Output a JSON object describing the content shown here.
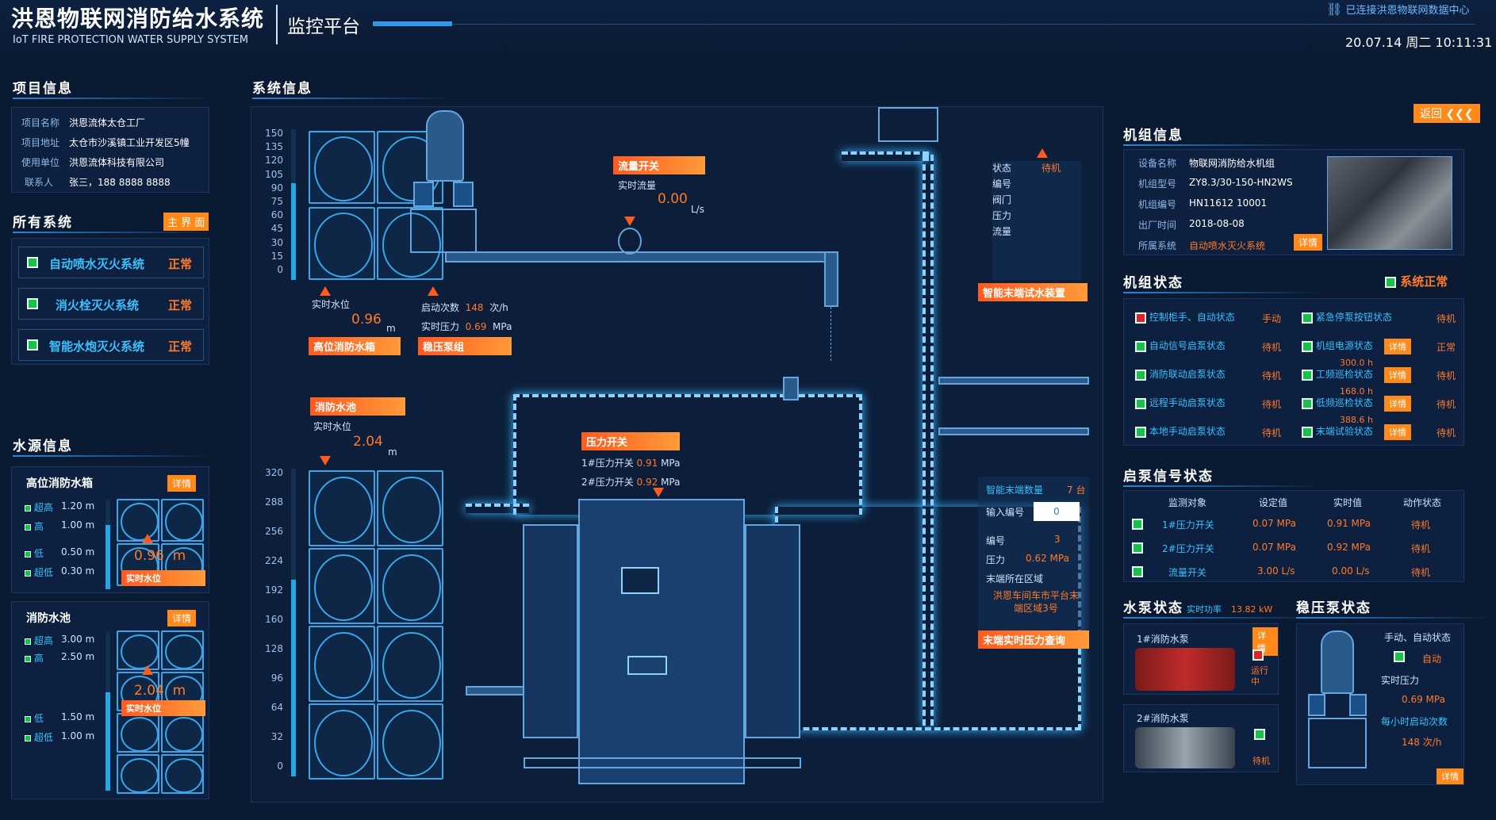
{
  "header": {
    "title": "洪恩物联网消防给水系统",
    "subtitle": "IoT FIRE PROTECTION WATER SUPPLY SYSTEM",
    "platform": "监控平台",
    "connection": "已连接洪恩物联网数据中心",
    "datetime": "20.07.14 周二 10:11:31"
  },
  "project": {
    "heading": "项目信息",
    "rows": [
      {
        "k": "项目名称",
        "v": "洪恩流体太仓工厂"
      },
      {
        "k": "项目地址",
        "v": "太仓市沙溪镇工业开发区5幢"
      },
      {
        "k": "使用单位",
        "v": "洪恩流体科技有限公司"
      },
      {
        "k": "联系人",
        "v": "张三，188 8888 8888"
      }
    ]
  },
  "systems": {
    "heading": "所有系统",
    "home": "主 界 面",
    "items": [
      {
        "name": "自动喷水灭火系统",
        "status": "正常"
      },
      {
        "name": "消火栓灭火系统",
        "status": "正常"
      },
      {
        "name": "智能水炮灭火系统",
        "status": "正常"
      }
    ]
  },
  "water": {
    "heading": "水源信息",
    "tank1": {
      "title": "高位消防水箱",
      "detail": "详情",
      "levels": [
        {
          "k": "超高",
          "v": "1.20 m"
        },
        {
          "k": "高",
          "v": "1.00 m"
        },
        {
          "k": "低",
          "v": "0.50 m"
        },
        {
          "k": "超低",
          "v": "0.30 m"
        }
      ],
      "value": "0.96",
      "unit": "m",
      "label": "实时水位",
      "fill": 0.72
    },
    "tank2": {
      "title": "消防水池",
      "detail": "详情",
      "levels": [
        {
          "k": "超高",
          "v": "3.00 m"
        },
        {
          "k": "高",
          "v": "2.50 m"
        },
        {
          "k": "低",
          "v": "1.50 m"
        },
        {
          "k": "超低",
          "v": "1.00 m"
        }
      ],
      "value": "2.04",
      "unit": "m",
      "label": "实时水位",
      "fill": 0.62
    }
  },
  "system": {
    "heading": "系统信息",
    "scale1": [
      "150",
      "135",
      "120",
      "105",
      "90",
      "75",
      "60",
      "45",
      "30",
      "15",
      "0"
    ],
    "scale2": [
      "320",
      "288",
      "256",
      "224",
      "192",
      "160",
      "128",
      "96",
      "64",
      "32",
      "0"
    ],
    "hightank": {
      "label": "实时水位",
      "value": "0.96",
      "unit": "m",
      "name": "高位消防水箱",
      "fill": 0.64
    },
    "pool": {
      "name": "消防水池",
      "label": "实时水位",
      "value": "2.04",
      "unit": "m",
      "fill": 0.64
    },
    "booster": {
      "k1": "启动次数",
      "v1": "148",
      "u1": "次/h",
      "k2": "实时压力",
      "v2": "0.69",
      "u2": "MPa",
      "name": "稳压泵组"
    },
    "flow": {
      "name": "流量开关",
      "label": "实时流量",
      "value": "0.00",
      "unit": "L/s"
    },
    "pressure": {
      "name": "压力开关",
      "r1k": "1#压力开关",
      "r1v": "0.91",
      "r2k": "2#压力开关",
      "r2v": "0.92",
      "unit": "MPa"
    },
    "endtest": {
      "rows": [
        {
          "k": "状态",
          "v": "待机"
        },
        {
          "k": "编号",
          "v": ""
        },
        {
          "k": "阀门",
          "v": ""
        },
        {
          "k": "压力",
          "v": ""
        },
        {
          "k": "流量",
          "v": ""
        }
      ],
      "name": "智能末端试水装置"
    },
    "endquery": {
      "count_k": "智能末端数量",
      "count_v": "7 台",
      "input_k": "输入编号",
      "input_v": "0",
      "no_k": "编号",
      "no_v": "3",
      "p_k": "压力",
      "p_v": "0.62 MPa",
      "area_k": "末端所在区域",
      "area_v": "洪恩车间车市平台末端区域3号",
      "name": "末端实时压力查询"
    }
  },
  "unit": {
    "back": "返回",
    "heading": "机组信息",
    "rows": [
      {
        "k": "设备名称",
        "v": "物联网消防给水机组"
      },
      {
        "k": "机组型号",
        "v": "ZY8.3/30-150-HN2WS"
      },
      {
        "k": "机组编号",
        "v": "HN11612 10001"
      },
      {
        "k": "出厂时间",
        "v": "2018-08-08"
      },
      {
        "k": "所属系统",
        "v": "自动喷水灭火系统"
      }
    ],
    "detail": "详情"
  },
  "state": {
    "heading": "机组状态",
    "overall": "系统正常",
    "left": [
      {
        "k": "控制柜手、自动状态",
        "v": "手动",
        "red": true
      },
      {
        "k": "自动信号启泵状态",
        "v": "待机"
      },
      {
        "k": "消防联动启泵状态",
        "v": "待机"
      },
      {
        "k": "远程手动启泵状态",
        "v": "待机"
      },
      {
        "k": "本地手动启泵状态",
        "v": "待机"
      }
    ],
    "right": [
      {
        "k": "紧急停泵按钮状态",
        "v": "待机",
        "extra": "",
        "btn": ""
      },
      {
        "k": "机组电源状态",
        "v": "正常",
        "extra": "",
        "btn": "详情"
      },
      {
        "k": "工频巡检状态",
        "v": "待机",
        "extra": "300.0 h",
        "btn": "详情"
      },
      {
        "k": "低频巡检状态",
        "v": "待机",
        "extra": "168.0 h",
        "btn": "详情"
      },
      {
        "k": "末端试验状态",
        "v": "待机",
        "extra": "388.6 h",
        "btn": "详情"
      }
    ]
  },
  "signal": {
    "heading": "启泵信号状态",
    "cols": [
      "监测对象",
      "设定值",
      "实时值",
      "动作状态"
    ],
    "rows": [
      [
        "1#压力开关",
        "0.07 MPa",
        "0.91 MPa",
        "待机"
      ],
      [
        "2#压力开关",
        "0.07 MPa",
        "0.92 MPa",
        "待机"
      ],
      [
        "流量开关",
        "3.00 L/s",
        "0.00 L/s",
        "待机"
      ]
    ]
  },
  "pumps": {
    "heading": "水泵状态",
    "power_k": "实时功率",
    "power_v": "13.82 kW",
    "p1": {
      "name": "1#消防水泵",
      "state": "运行中",
      "detail": "详情"
    },
    "p2": {
      "name": "2#消防水泵",
      "state": "待机"
    }
  },
  "stab": {
    "heading": "稳压泵状态",
    "mode_k": "手动、自动状态",
    "mode_v": "自动",
    "p_k": "实时压力",
    "p_v": "0.69 MPa",
    "c_k": "每小时启动次数",
    "c_v": "148 次/h",
    "detail": "详情"
  },
  "colors": {
    "accent": "#2a86d8",
    "orange": "#ff7a2a",
    "green": "#18c24a",
    "red": "#e0202a"
  }
}
